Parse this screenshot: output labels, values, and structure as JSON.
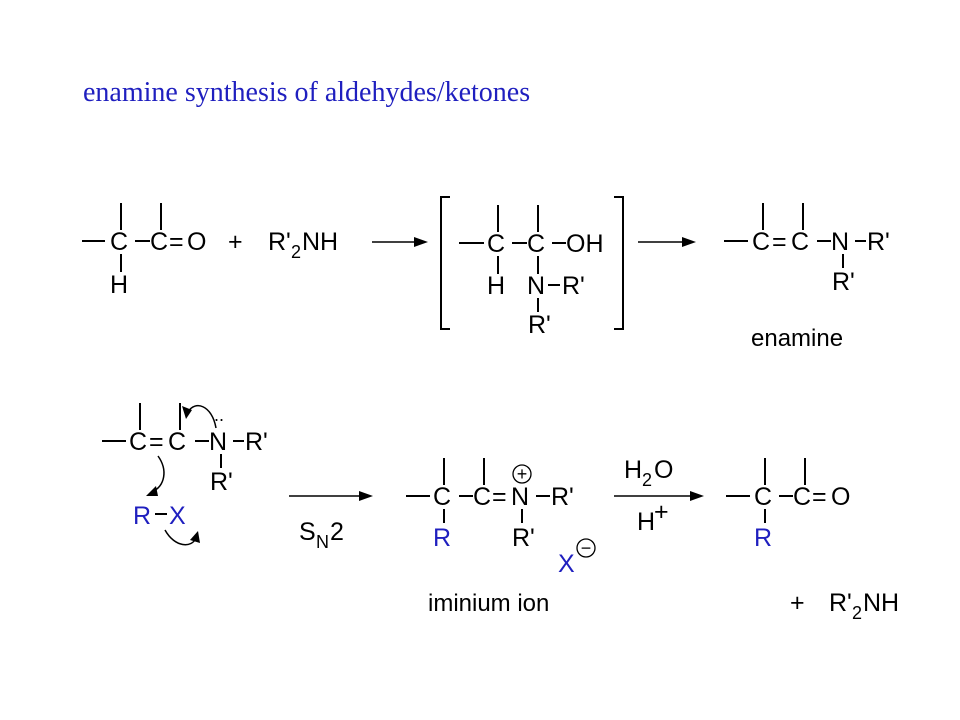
{
  "title": "enamine synthesis of aldehydes/ketones",
  "reaction1": {
    "reactant_aldehyde": {
      "c1": "C",
      "c2": "C",
      "eq": "=",
      "o": "O",
      "h": "H"
    },
    "plus1": "+",
    "amine": {
      "prefix": "R'",
      "sub": "2",
      "suffix": "NH"
    },
    "intermediate": {
      "c1": "C",
      "c2": "C",
      "oh": "OH",
      "h": "H",
      "n": "N",
      "r1": "R'",
      "r2": "R'"
    },
    "enamine": {
      "c1": "C",
      "eq": "=",
      "c2": "C",
      "n": "N",
      "r1": "R'",
      "r2": "R'"
    },
    "enamine_label": "enamine"
  },
  "reaction2": {
    "enamine": {
      "c1": "C",
      "eq": "=",
      "c2": "C",
      "n": "N",
      "r1": "R'",
      "r2": "R'",
      "lone_pair": ".."
    },
    "alkyl_halide": {
      "r": "R",
      "x": "X"
    },
    "sn2": {
      "s": "S",
      "sub": "N",
      "num": "2"
    },
    "iminium": {
      "c1": "C",
      "c2": "C",
      "eq": "=",
      "n": "N",
      "r1": "R'",
      "r2": "R'",
      "r": "R",
      "charge": "+"
    },
    "counterion": {
      "x": "X",
      "charge": "−"
    },
    "iminium_label": "iminium ion",
    "hydrolysis": {
      "h": "H",
      "sub": "2",
      "o": "O",
      "h_plus": "H",
      "plus": "+"
    },
    "product": {
      "c1": "C",
      "c2": "C",
      "eq": "=",
      "o": "O",
      "r": "R"
    },
    "byproduct": {
      "plus": "+",
      "prefix": "R'",
      "sub": "2",
      "suffix": "NH"
    }
  },
  "colors": {
    "title": "#1f1fbf",
    "alkyl": "#1f1fbf",
    "ink": "#000000"
  }
}
